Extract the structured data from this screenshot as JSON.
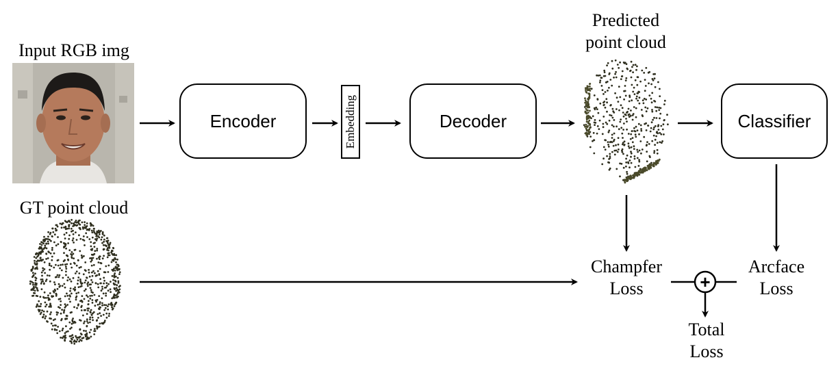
{
  "labels": {
    "input_rgb": "Input RGB img",
    "gt_point_cloud": "GT point cloud",
    "predicted_line1": "Predicted",
    "predicted_line2": "point cloud",
    "champfer_line1": "Champfer",
    "champfer_line2": "Loss",
    "arcface_line1": "Arcface",
    "arcface_line2": "Loss",
    "total_line1": "Total",
    "total_line2": "Loss"
  },
  "boxes": {
    "encoder": "Encoder",
    "embedding": "Embedding",
    "decoder": "Decoder",
    "classifier": "Classifier"
  },
  "operators": {
    "plus": "+"
  },
  "colors": {
    "stroke": "#000000",
    "point_dark": "#2f2f1f",
    "point_olive": "#4a4a2a"
  }
}
